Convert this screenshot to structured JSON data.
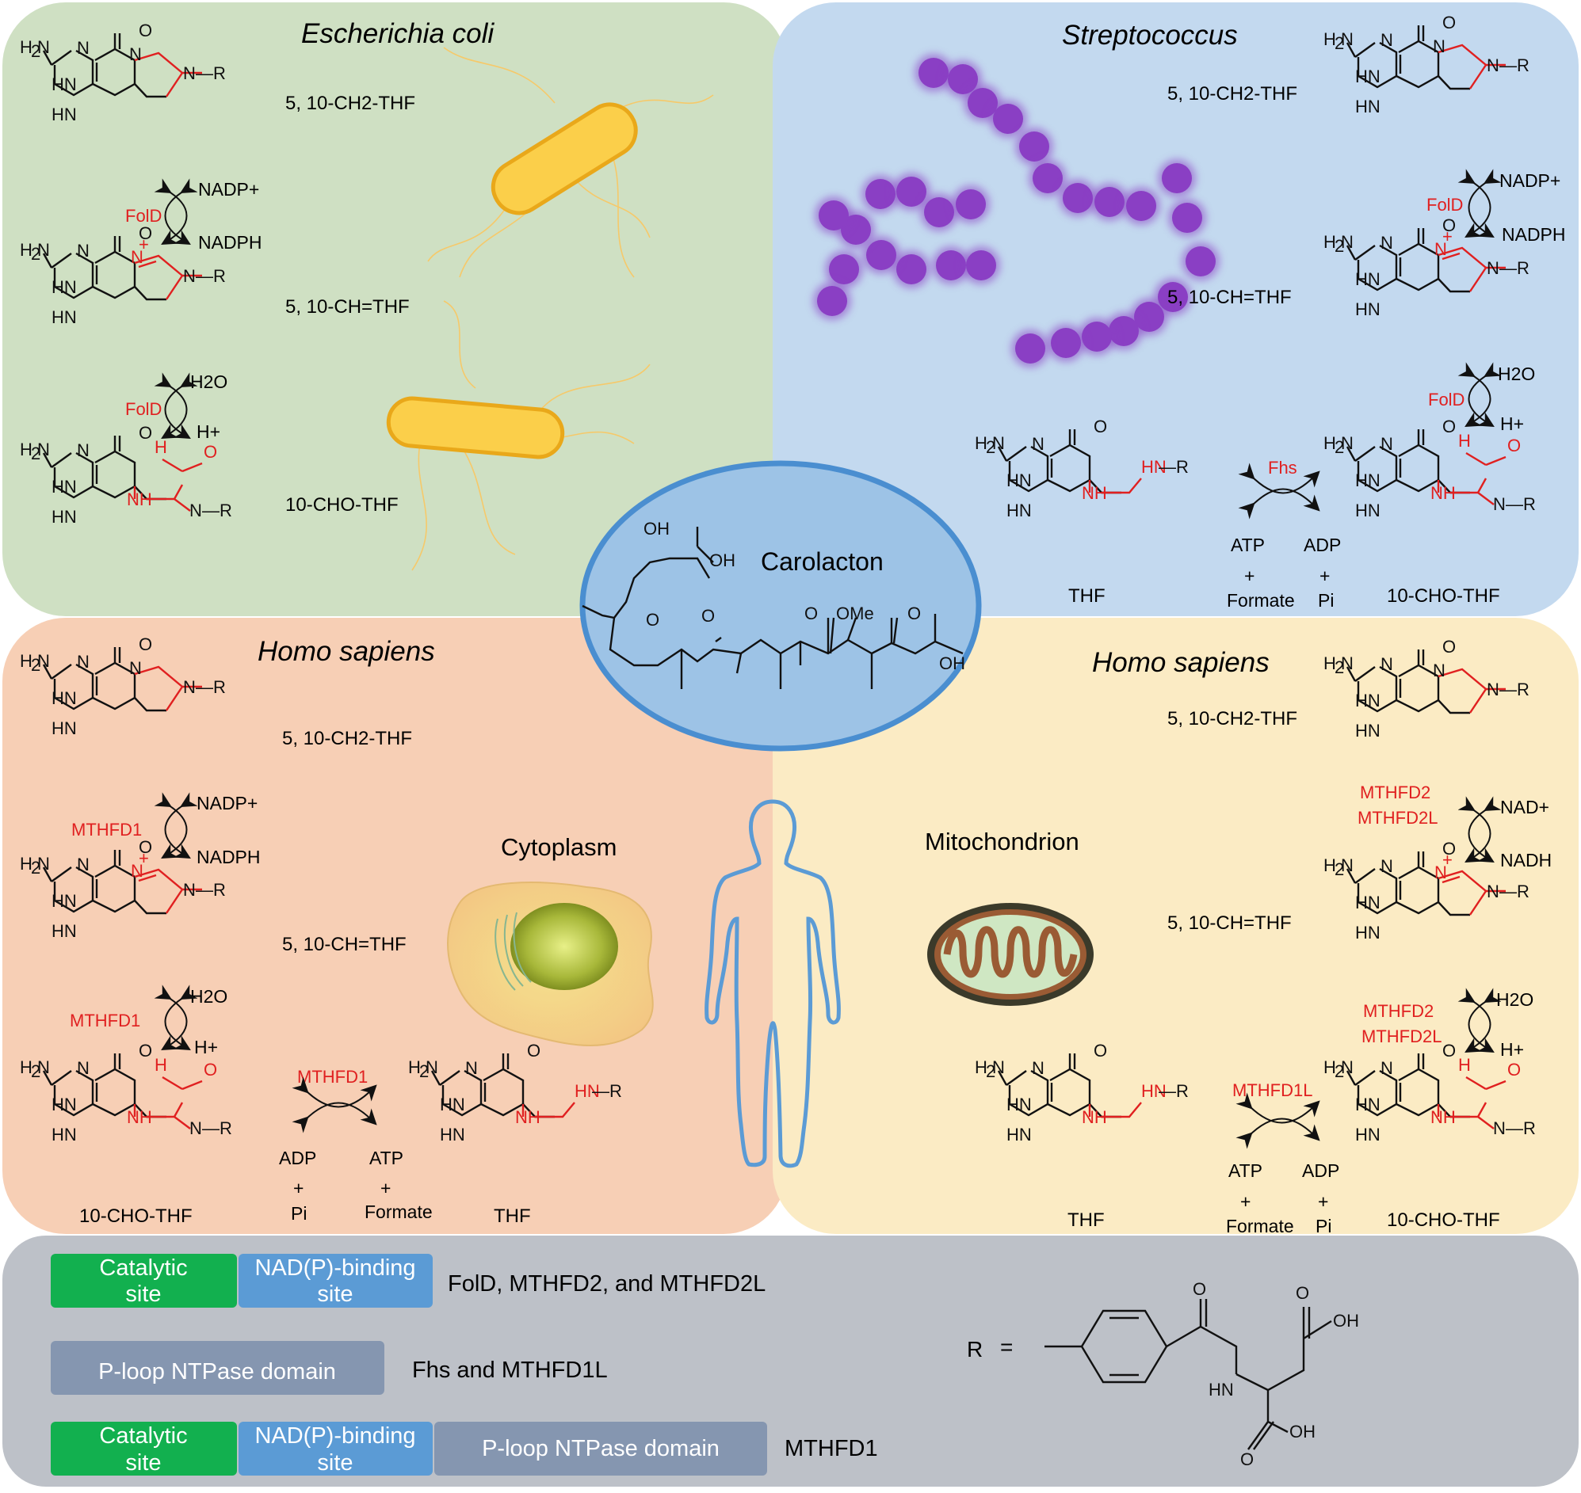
{
  "panels": {
    "ecoli": {
      "title": "Escherichia coli",
      "fill": "#cfe0c3"
    },
    "strep": {
      "title": "Streptococcus",
      "fill": "#c3d9ef"
    },
    "cyto": {
      "title": "Homo sapiens",
      "compartment": "Cytoplasm",
      "fill": "#f7cfb5"
    },
    "mito": {
      "title": "Homo sapiens",
      "compartment": "Mitochondrion",
      "fill": "#fbebc4"
    },
    "legend_fill": "#bdc1c8"
  },
  "compound": {
    "name": "Carolacton"
  },
  "metabolites": {
    "ch2": "5, 10-CH2-THF",
    "ch": "5, 10-CH=THF",
    "cho": "10-CHO-THF",
    "thf": "THF"
  },
  "enzymes": {
    "fold": "FolD",
    "fhs": "Fhs",
    "mthfd1": "MTHFD1",
    "mthfd2": "MTHFD2",
    "mthfd2l": "MTHFD2L",
    "mthfd1l": "MTHFD1L"
  },
  "cofactors": {
    "nadp": "NADP+",
    "nadph": "NADPH",
    "nad": "NAD+",
    "nadh": "NADH",
    "h2o": "H2O",
    "hplus": "H+",
    "atp": "ATP",
    "adp": "ADP",
    "plus": "+",
    "formate": "Formate",
    "pi": "Pi"
  },
  "legend": {
    "catalytic_1": "Catalytic",
    "catalytic_2": "site",
    "nadp_1": "NAD(P)-binding",
    "nadp_2": "site",
    "ploop": "P-loop NTPase domain",
    "row1_desc": "FolD, MTHFD2, and MTHFD2L",
    "row2_desc": "Fhs and MTHFD1L",
    "row3_desc": "MTHFD1",
    "r_label": "R",
    "r_eq": "="
  },
  "colors": {
    "enzyme_red": "#e02020",
    "catalytic_green": "#12b04f",
    "nadp_blue": "#5b9bd5",
    "ploop_grey": "#8596b0",
    "bacteria_yellow": "#fbcf4a",
    "strep_purple": "#8a3fc4",
    "human_outline": "#5b9bd5",
    "ellipse_fill": "#9dc3e6",
    "ellipse_stroke": "#4a8ed0"
  }
}
